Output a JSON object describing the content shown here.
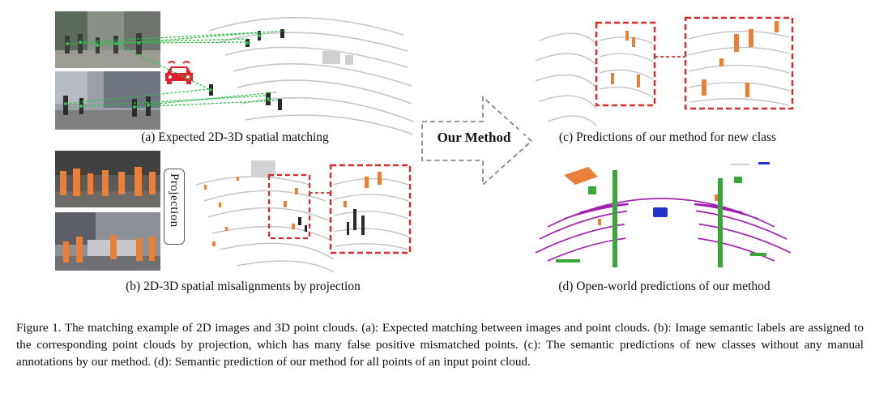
{
  "panels": {
    "a": {
      "caption": "(a) Expected 2D-3D spatial matching"
    },
    "b": {
      "caption": "(b) 2D-3D spatial misalignments by projection",
      "side_label": "Projection"
    },
    "c": {
      "caption": "(c) Predictions of our method for new class"
    },
    "d": {
      "caption": "(d) Open-world predictions of our method"
    }
  },
  "arrow": {
    "label": "Our Method"
  },
  "figure_caption": "Figure 1. The matching example of 2D images and 3D point clouds. (a): Expected matching between images and point clouds. (b): Image semantic labels are assigned to the corresponding point clouds by projection, which has many false positive mismatched points. (c): The semantic predictions of new classes without any manual annotations by our method. (d): Semantic prediction of our method for all points of an input point cloud.",
  "icons": [
    "car-icon"
  ],
  "colors": {
    "highlight_box": "#d42a2a",
    "match_line": "#2fbf4a",
    "prediction_orange": "#e8803a",
    "lidar_gray": "#b9b9b9",
    "road_purple": "#a21fb0",
    "vegetation_green": "#3aa63a",
    "car_blue": "#2233cc",
    "car_icon_red": "#e0202a"
  }
}
